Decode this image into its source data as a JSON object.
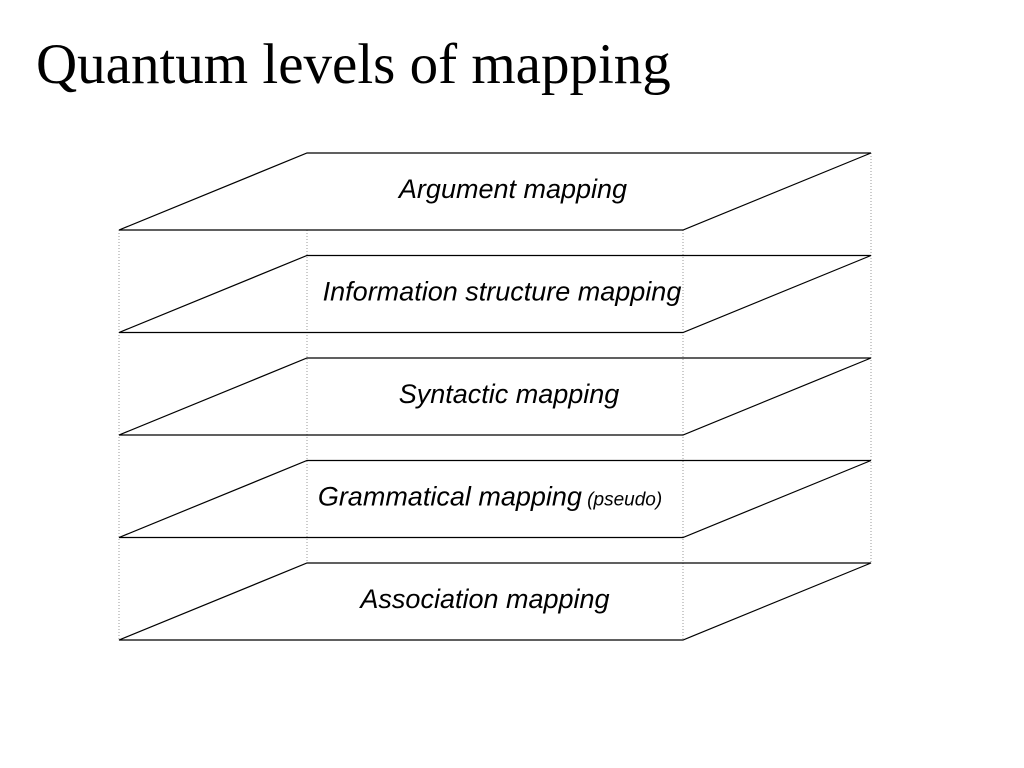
{
  "slide": {
    "title": "Quantum levels of mapping"
  },
  "layers": [
    {
      "label": "Argument mapping",
      "note": ""
    },
    {
      "label": "Information structure mapping",
      "note": ""
    },
    {
      "label": "Syntactic mapping",
      "note": ""
    },
    {
      "label": "Grammatical mapping",
      "note": "(pseudo)"
    },
    {
      "label": "Association mapping",
      "note": ""
    }
  ],
  "colors": {
    "line": "#000000",
    "edge_dotted": "#9a9a9a",
    "background": "#ffffff"
  }
}
